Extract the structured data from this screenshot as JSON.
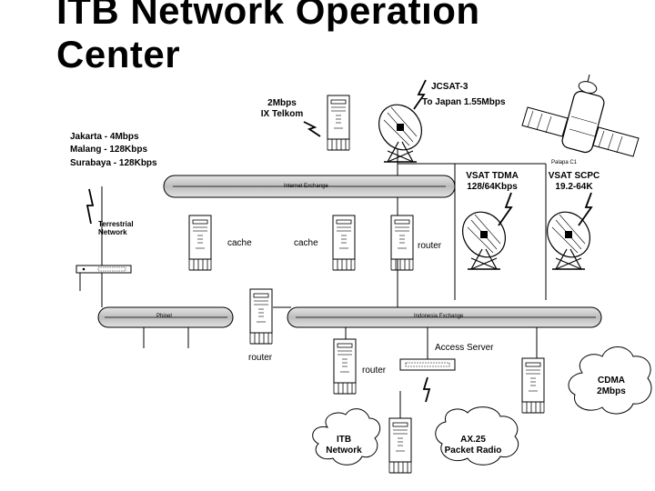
{
  "title": {
    "line1": "ITB Network Operation",
    "line2": "Center"
  },
  "labels": {
    "jcsat": "JCSAT-3",
    "to_japan": "To Japan 1.55Mbps",
    "ix_telkom_1": "2Mbps",
    "ix_telkom_2": "IX Telkom",
    "jakarta": "Jakarta - 4Mbps",
    "malang": "Malang - 128Kbps",
    "surabaya": "Surabaya - 128Kbps",
    "palapa": "Palapa C1",
    "vsat_tdma_1": "VSAT TDMA",
    "vsat_tdma_2": "128/64Kbps",
    "vsat_scpc_1": "VSAT SCPC",
    "vsat_scpc_2": "19.2-64K",
    "internet_exchange": "Internet Exchange",
    "terrestrial_1": "Terrestrial",
    "terrestrial_2": "Network",
    "cache_1": "cache",
    "cache_2": "cache",
    "router_top": "router",
    "phinet": "Phinet",
    "indonesia_exchange": "Indonesia Exchange",
    "router_left": "router",
    "access_server": "Access Server",
    "router_mid": "router",
    "cdma_1": "CDMA",
    "cdma_2": "2Mbps",
    "itb_network_1": "ITB",
    "itb_network_2": "Network",
    "ax25_1": "AX.25",
    "ax25_2": "Packet Radio"
  }
}
